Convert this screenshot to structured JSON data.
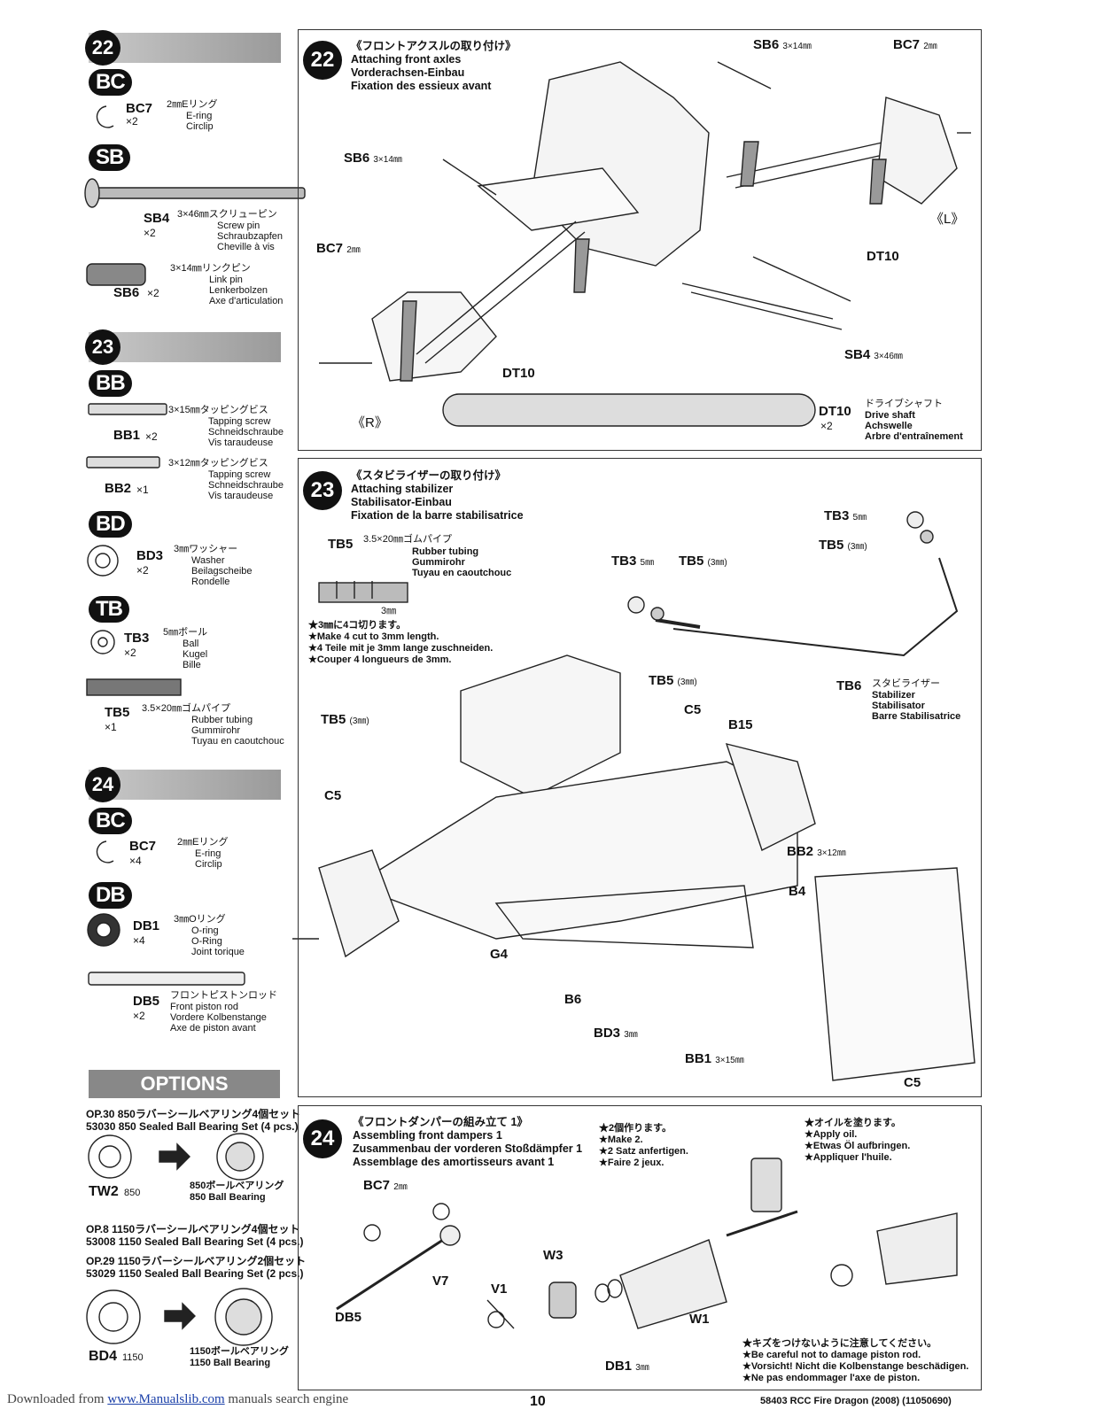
{
  "left_column": {
    "step22": {
      "num": "22",
      "bags": [
        {
          "bag": "BC",
          "parts": [
            {
              "code": "BC7",
              "qty": "×2",
              "jp": "2㎜Eリング",
              "names": [
                "E-ring",
                "Circlip"
              ]
            }
          ]
        },
        {
          "bag": "SB",
          "parts": [
            {
              "code": "SB4",
              "qty": "×2",
              "jp": "3×46㎜スクリューピン",
              "names": [
                "Screw pin",
                "Schraubzapfen",
                "Cheville à vis"
              ]
            },
            {
              "code": "SB6",
              "qty": "×2",
              "jp": "3×14㎜リンクピン",
              "names": [
                "Link pin",
                "Lenkerbolzen",
                "Axe d'articulation"
              ]
            }
          ]
        }
      ]
    },
    "step23": {
      "num": "23",
      "bb1": {
        "code": "BB1",
        "qty": "×2",
        "jp": "3×15㎜タッピングビス",
        "names": [
          "Tapping screw",
          "Schneidschraube",
          "Vis taraudeuse"
        ]
      },
      "bb2": {
        "code": "BB2",
        "qty": "×1",
        "jp": "3×12㎜タッピングビス",
        "names": [
          "Tapping screw",
          "Schneidschraube",
          "Vis taraudeuse"
        ]
      },
      "bd3": {
        "code": "BD3",
        "qty": "×2",
        "jp": "3㎜ワッシャー",
        "names": [
          "Washer",
          "Beilagscheibe",
          "Rondelle"
        ]
      },
      "tb3": {
        "code": "TB3",
        "qty": "×2",
        "jp": "5㎜ボール",
        "names": [
          "Ball",
          "Kugel",
          "Bille"
        ]
      },
      "tb5": {
        "code": "TB5",
        "qty": "×1",
        "jp": "3.5×20㎜ゴムパイプ",
        "names": [
          "Rubber tubing",
          "Gummirohr",
          "Tuyau en caoutchouc"
        ]
      },
      "bag_bb": "BB",
      "bag_bd": "BD",
      "bag_tb": "TB"
    },
    "step24": {
      "num": "24",
      "bag_bc": "BC",
      "bag_db": "DB",
      "bc7": {
        "code": "BC7",
        "qty": "×4",
        "jp": "2㎜Eリング",
        "names": [
          "E-ring",
          "Circlip"
        ]
      },
      "db1": {
        "code": "DB1",
        "qty": "×4",
        "jp": "3㎜Oリング",
        "names": [
          "O-ring",
          "O-Ring",
          "Joint torique"
        ]
      },
      "db5": {
        "code": "DB5",
        "qty": "×2",
        "jp": "フロントピストンロッド",
        "names": [
          "Front piston rod",
          "Vordere Kolbenstange",
          "Axe de piston avant"
        ]
      }
    },
    "options": {
      "heading": "OPTIONS",
      "op30_jp": "OP.30 850ラバーシールベアリング4個セット",
      "op30_en": "53030 850 Sealed Ball Bearing Set (4 pcs.)",
      "tw2": "TW2",
      "tw2_size": "850",
      "bearing850_jp": "850ボールベアリング",
      "bearing850_en": "850 Ball Bearing",
      "op8_jp": "OP.8 1150ラバーシールベアリング4個セット",
      "op8_en": "53008 1150 Sealed Ball Bearing Set (4 pcs.)",
      "op29_jp": "OP.29 1150ラバーシールベアリング2個セット",
      "op29_en": "53029 1150 Sealed Ball Bearing Set (2 pcs.)",
      "bd4": "BD4",
      "bd4_size": "1150",
      "bearing1150_jp": "1150ボールベアリング",
      "bearing1150_en": "1150 Ball Bearing"
    }
  },
  "panel22": {
    "num": "22",
    "title_jp": "《フロントアクスルの取り付け》",
    "title_en": "Attaching front axles",
    "title_de": "Vorderachsen-Einbau",
    "title_fr": "Fixation des essieux avant",
    "labels": {
      "sb6_top": "SB6",
      "sb6_top_size": "3×14㎜",
      "bc7_top": "BC7",
      "bc7_top_size": "2㎜",
      "sb6_left": "SB6",
      "sb6_left_size": "3×14㎜",
      "bc7_left": "BC7",
      "bc7_left_size": "2㎜",
      "dt10_right": "DT10",
      "dt10_center": "DT10",
      "sb4": "SB4",
      "sb4_size": "3×46㎜",
      "L": "《L》",
      "R": "《R》",
      "dt10_part": "DT10",
      "dt10_qty": "×2",
      "dt10_jp": "ドライブシャフト",
      "dt10_names": [
        "Drive shaft",
        "Achswelle",
        "Arbre d'entraînement"
      ]
    }
  },
  "panel23": {
    "num": "23",
    "title_jp": "《スタビライザーの取り付け》",
    "title_en": "Attaching stabilizer",
    "title_de": "Stabilisator-Einbau",
    "title_fr": "Fixation de la barre stabilisatrice",
    "tb5_code": "TB5",
    "tb5_jp": "3.5×20㎜ゴムパイプ",
    "tb5_names": [
      "Rubber tubing",
      "Gummirohr",
      "Tuyau en caoutchouc"
    ],
    "cut_len": "3㎜",
    "notes": [
      "★3㎜に4コ切ります。",
      "★Make 4 cut to 3mm length.",
      "★4 Teile mit je 3mm lange zuschneiden.",
      "★Couper 4 longueurs de 3mm."
    ],
    "labels": {
      "tb3_tr": "TB3",
      "tb3_tr_size": "5㎜",
      "tb5_tr": "TB5",
      "tb5_tr_size": "(3㎜)",
      "tb3_m": "TB3",
      "tb3_m_size": "5㎜",
      "tb5_m": "TB5",
      "tb5_m_size": "(3㎜)",
      "tb6": "TB6",
      "tb6_jp": "スタビライザー",
      "tb6_names": [
        "Stabilizer",
        "Stabilisator",
        "Barre Stabilisatrice"
      ],
      "tb5_c": "TB5",
      "tb5_c_size": "(3㎜)",
      "c5_a": "C5",
      "b15": "B15",
      "tb5_l": "TB5",
      "tb5_l_size": "(3㎜)",
      "c5_b": "C5",
      "bb2": "BB2",
      "bb2_size": "3×12㎜",
      "b4": "B4",
      "g4": "G4",
      "b6": "B6",
      "bd3": "BD3",
      "bd3_size": "3㎜",
      "bb1": "BB1",
      "bb1_size": "3×15㎜",
      "c5_c": "C5"
    }
  },
  "panel24": {
    "num": "24",
    "title_jp": "《フロントダンパーの組み立て 1》",
    "title_en": "Assembling front dampers 1",
    "title_de": "Zusammenbau der vorderen Stoßdämpfer 1",
    "title_fr": "Assemblage des amortisseurs avant 1",
    "make2": [
      "★2個作ります。",
      "★Make 2.",
      "★2 Satz anfertigen.",
      "★Faire 2 jeux."
    ],
    "oil": [
      "★オイルを塗ります。",
      "★Apply oil.",
      "★Etwas Öl aufbringen.",
      "★Appliquer l'huile."
    ],
    "careful": [
      "★キズをつけないように注意してください。",
      "★Be careful not to damage piston rod.",
      "★Vorsicht! Nicht die Kolbenstange beschädigen.",
      "★Ne pas endommager l'axe de piston."
    ],
    "labels": {
      "bc7": "BC7",
      "bc7_size": "2㎜",
      "v7": "V7",
      "db5": "DB5",
      "w3": "W3",
      "v1": "V1",
      "db1": "DB1",
      "db1_size": "3㎜",
      "w1": "W1"
    }
  },
  "footer": {
    "downloaded": "Downloaded from",
    "site": "www.Manualslib.com",
    "tail": " manuals search engine",
    "page": "10",
    "model": "58403 RCC Fire Dragon (2008) (11050690)"
  }
}
